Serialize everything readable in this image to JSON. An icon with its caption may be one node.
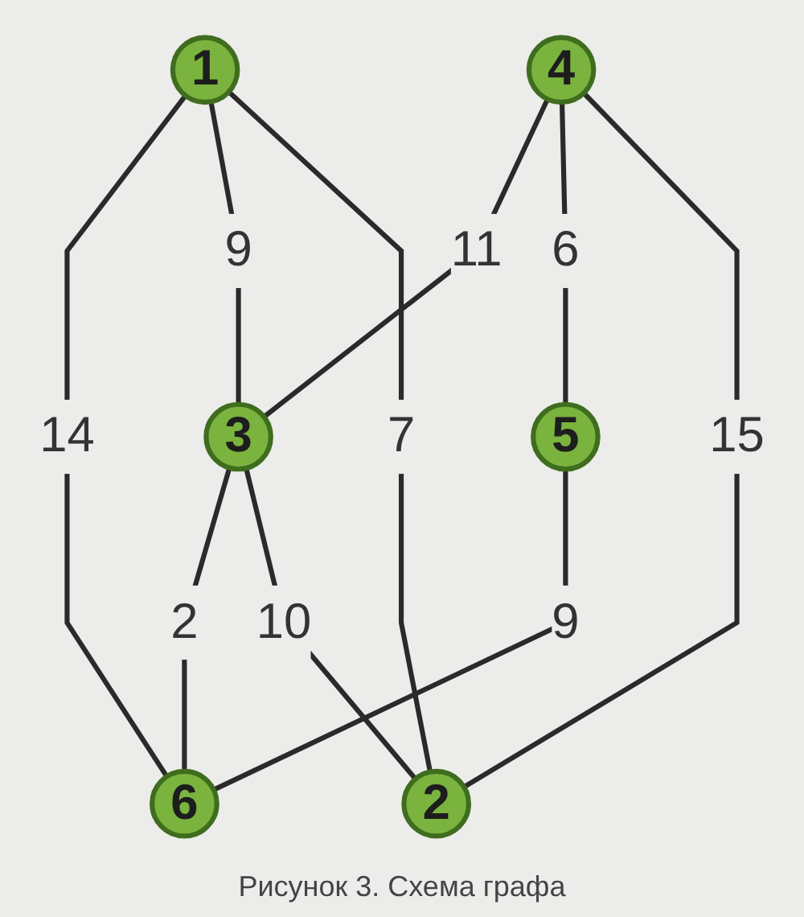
{
  "diagram": {
    "caption": "Рисунок 3. Схема графа",
    "nodes": [
      {
        "text": [
          "1"
        ]
      },
      {
        "text": [
          "2"
        ]
      },
      {
        "text": [
          "3"
        ]
      },
      {
        "text": [
          "4"
        ]
      },
      {
        "text": [
          "5"
        ]
      },
      {
        "text": [
          "6"
        ]
      }
    ],
    "edges": [
      {
        "from": 0,
        "to": 5,
        "arrow": "none",
        "label": "14"
      },
      {
        "from": 0,
        "to": 2,
        "arrow": "none",
        "label": "9"
      },
      {
        "from": 0,
        "to": 1,
        "arrow": "none",
        "label": "7"
      },
      {
        "from": 2,
        "to": 5,
        "arrow": "none",
        "label": "2"
      },
      {
        "from": 4,
        "to": 5,
        "arrow": "none",
        "label": "9"
      },
      {
        "from": 2,
        "to": 1,
        "arrow": "none",
        "label": "10"
      },
      {
        "from": 3,
        "to": 2,
        "arrow": "none",
        "label": "11"
      },
      {
        "from": 3,
        "to": 4,
        "arrow": "none",
        "label": "6"
      },
      {
        "from": 3,
        "to": 1,
        "arrow": "none",
        "label": "15"
      }
    ]
  }
}
